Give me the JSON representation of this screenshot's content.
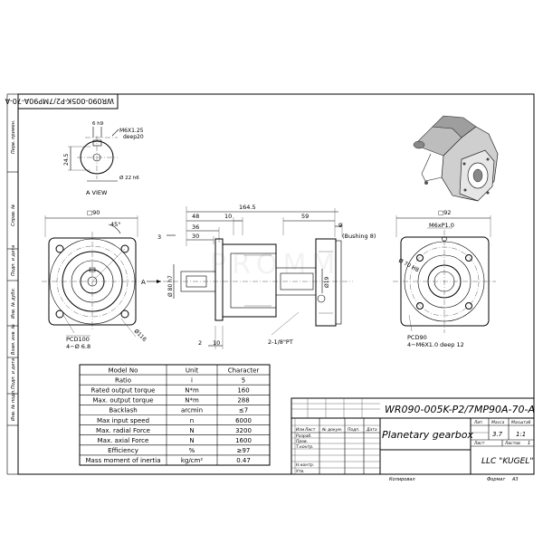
{
  "drawing": {
    "code_flipped": "WR090-005K-P2/7MP90A-70-A",
    "margin_labels": [
      "Перв. примен.",
      "Справ. №",
      "Подп. и дата",
      "Инв. № дубл.",
      "Взам. инв. №",
      "Подп. и дата",
      "Инв. № подл."
    ],
    "a_view_label": "A  VIEW",
    "dims": {
      "h9": "6 h9",
      "thread": "M6X1.25",
      "deep20": "deep20",
      "d245": "24.5",
      "d22": "Ø 22 h6",
      "sq90": "□90",
      "angle45": "45°",
      "pcd100": "PCD100",
      "holes4": "4−Ø 6.8",
      "d116": "Ø116",
      "len1645": "164.5",
      "d48": "48",
      "d10a": "10",
      "d59": "59",
      "d9": "9",
      "bushing": "(Bushing 8)",
      "d36": "36",
      "d30": "30",
      "d3": "3",
      "letterA": "A",
      "d80h7": "Ø 80 h7",
      "d19": "Ø19",
      "d2": "2",
      "d10b": "10",
      "pt": "2-1/8\"PT",
      "sq92": "□92",
      "m6p": "M6xP1.0",
      "d70": "Ø 70 H8",
      "pcd90": "PCD90",
      "m6deep": "4−M6X1.0  deep 12"
    },
    "watermark": "PROMM"
  },
  "spec_table": {
    "headers": [
      "Model No",
      "Unit",
      "Character"
    ],
    "rows": [
      [
        "Ratio",
        "i",
        "5"
      ],
      [
        "Rated output torque",
        "N*m",
        "160"
      ],
      [
        "Max. output torque",
        "N*m",
        "288"
      ],
      [
        "Backlash",
        "arcmin",
        "≤7"
      ],
      [
        "Max input speed",
        "n",
        "6000"
      ],
      [
        "Max. radial Force",
        "N",
        "3200"
      ],
      [
        "Max. axial Force",
        "N",
        "1600"
      ],
      [
        "Efficiency",
        "%",
        "≥97"
      ],
      [
        "Mass moment of inertia",
        "kg/cm²",
        "0.47"
      ]
    ]
  },
  "title_block": {
    "drawing_number": "WR090-005K-P2/7MP90A-70-A",
    "title": "Planetary gearbox",
    "company": "LLC \"KUGEL\"",
    "header_cols": [
      "Изм",
      "Лист",
      "№ докум.",
      "Подп.",
      "Дата"
    ],
    "roles": [
      "Разраб.",
      "Пров.",
      "Т.контр.",
      "",
      "Н.контр.",
      "Утв."
    ],
    "lit_label": "Лит.",
    "mass_label": "Масса",
    "scale_label": "Масштаб",
    "mass_value": "3.7",
    "scale_value": "1:1",
    "sheet_label": "Лист",
    "sheets_label": "Листов",
    "sheets_value": "1",
    "copied_label": "Копировал",
    "format_label": "Формат",
    "format_value": "A3"
  }
}
